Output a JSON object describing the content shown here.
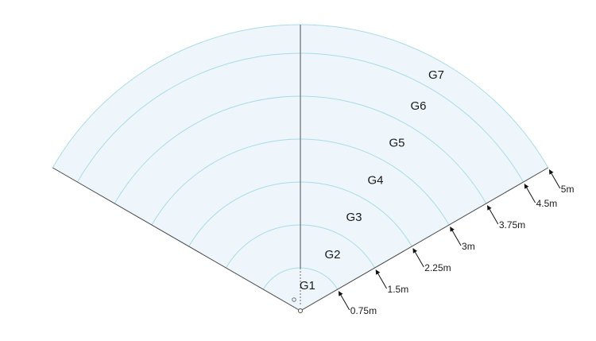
{
  "zones": [
    {
      "label": "G1",
      "radius_m": 0.75
    },
    {
      "label": "G2",
      "radius_m": 1.5
    },
    {
      "label": "G3",
      "radius_m": 2.25
    },
    {
      "label": "G4",
      "radius_m": 3
    },
    {
      "label": "G5",
      "radius_m": 3.75
    },
    {
      "label": "G6",
      "radius_m": 4.5
    },
    {
      "label": "G7",
      "radius_m": 5
    }
  ],
  "distances": [
    {
      "label": "0.75m",
      "value_m": 0.75
    },
    {
      "label": "1.5m",
      "value_m": 1.5
    },
    {
      "label": "2.25m",
      "value_m": 2.25
    },
    {
      "label": "3m",
      "value_m": 3
    },
    {
      "label": "3.75m",
      "value_m": 3.75
    },
    {
      "label": "4.5m",
      "value_m": 4.5
    },
    {
      "label": "5m",
      "value_m": 5
    }
  ],
  "colors": {
    "fill": "#eef6fb",
    "arc": "#a8dbe9",
    "edge": "#4a4a4a",
    "centerline": "#6b6b6b",
    "arrow": "#111111",
    "text": "#1a1a1a"
  }
}
